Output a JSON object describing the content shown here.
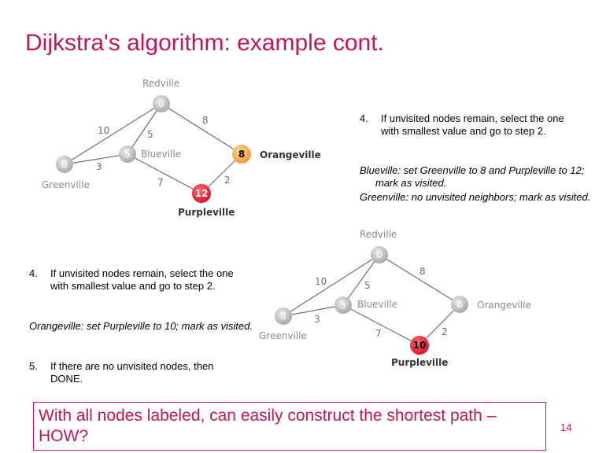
{
  "slide": {
    "title": "Dijkstra's algorithm: example cont.",
    "page_number": "14",
    "question": "With all nodes labeled, can easily construct the shortest path – HOW?"
  },
  "steps": {
    "step4_top": {
      "number": "4.",
      "text": "If unvisited nodes remain, select the one with smallest value and go to step 2."
    },
    "note_top_1": "Blueville: set Greenville to 8 and Purpleville to 12; mark as visited.",
    "note_top_2": "Greenville: no unvisited neighbors; mark as visited.",
    "step4_left": {
      "number": "4.",
      "text": "If unvisited nodes remain, select the one with smallest value and go to step 2."
    },
    "note_left": "Orangeville: set Purpleville to 10; mark as visited.",
    "step5": {
      "number": "5.",
      "text": "If there are no unvisited nodes, then DONE."
    }
  },
  "graph1": {
    "nodes": {
      "redville": {
        "name": "Redville",
        "value": "0"
      },
      "blueville": {
        "name": "Blueville",
        "value": "5"
      },
      "greenville": {
        "name": "Greenville",
        "value": "8"
      },
      "orangeville": {
        "name": "Orangeville",
        "value": "8"
      },
      "purpleville": {
        "name": "Purpleville",
        "value": "12"
      }
    },
    "edges": {
      "red_green": "10",
      "red_blue": "5",
      "red_orange": "8",
      "blue_green": "3",
      "blue_purple": "7",
      "orange_purple": "2"
    }
  },
  "graph2": {
    "nodes": {
      "redville": {
        "name": "Redville",
        "value": "0"
      },
      "blueville": {
        "name": "Blueville",
        "value": "5"
      },
      "greenville": {
        "name": "Greenville",
        "value": "8"
      },
      "orangeville": {
        "name": "Orangeville",
        "value": "8"
      },
      "purpleville": {
        "name": "Purpleville",
        "value": "10"
      }
    },
    "edges": {
      "red_green": "10",
      "red_blue": "5",
      "red_orange": "8",
      "blue_green": "3",
      "blue_purple": "7",
      "orange_purple": "2"
    }
  },
  "colors": {
    "accent": "#c0175a",
    "visited_node": "#bdbdbd",
    "orange_node": "#f5a64a",
    "red_node": "#e8243a",
    "edge": "#6e6e6e",
    "gray_label": "#8a8a8a"
  }
}
